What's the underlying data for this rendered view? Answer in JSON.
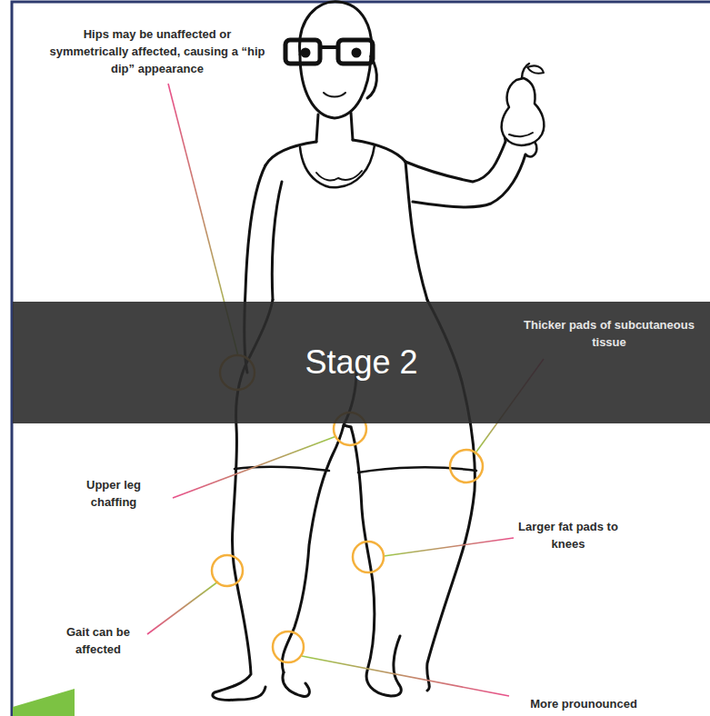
{
  "diagram": {
    "nodes": [
      {
        "text": [
          "Stage 2"
        ]
      }
    ],
    "labels": [
      "Hips may be unaffected or symmetrically affected, causing a “hip dip” appearance",
      "Thicker pads of subcutaneous tissue",
      "Upper leg chaffing",
      "Larger fat pads to knees",
      "Gait can be affected",
      "More prounounced"
    ]
  }
}
